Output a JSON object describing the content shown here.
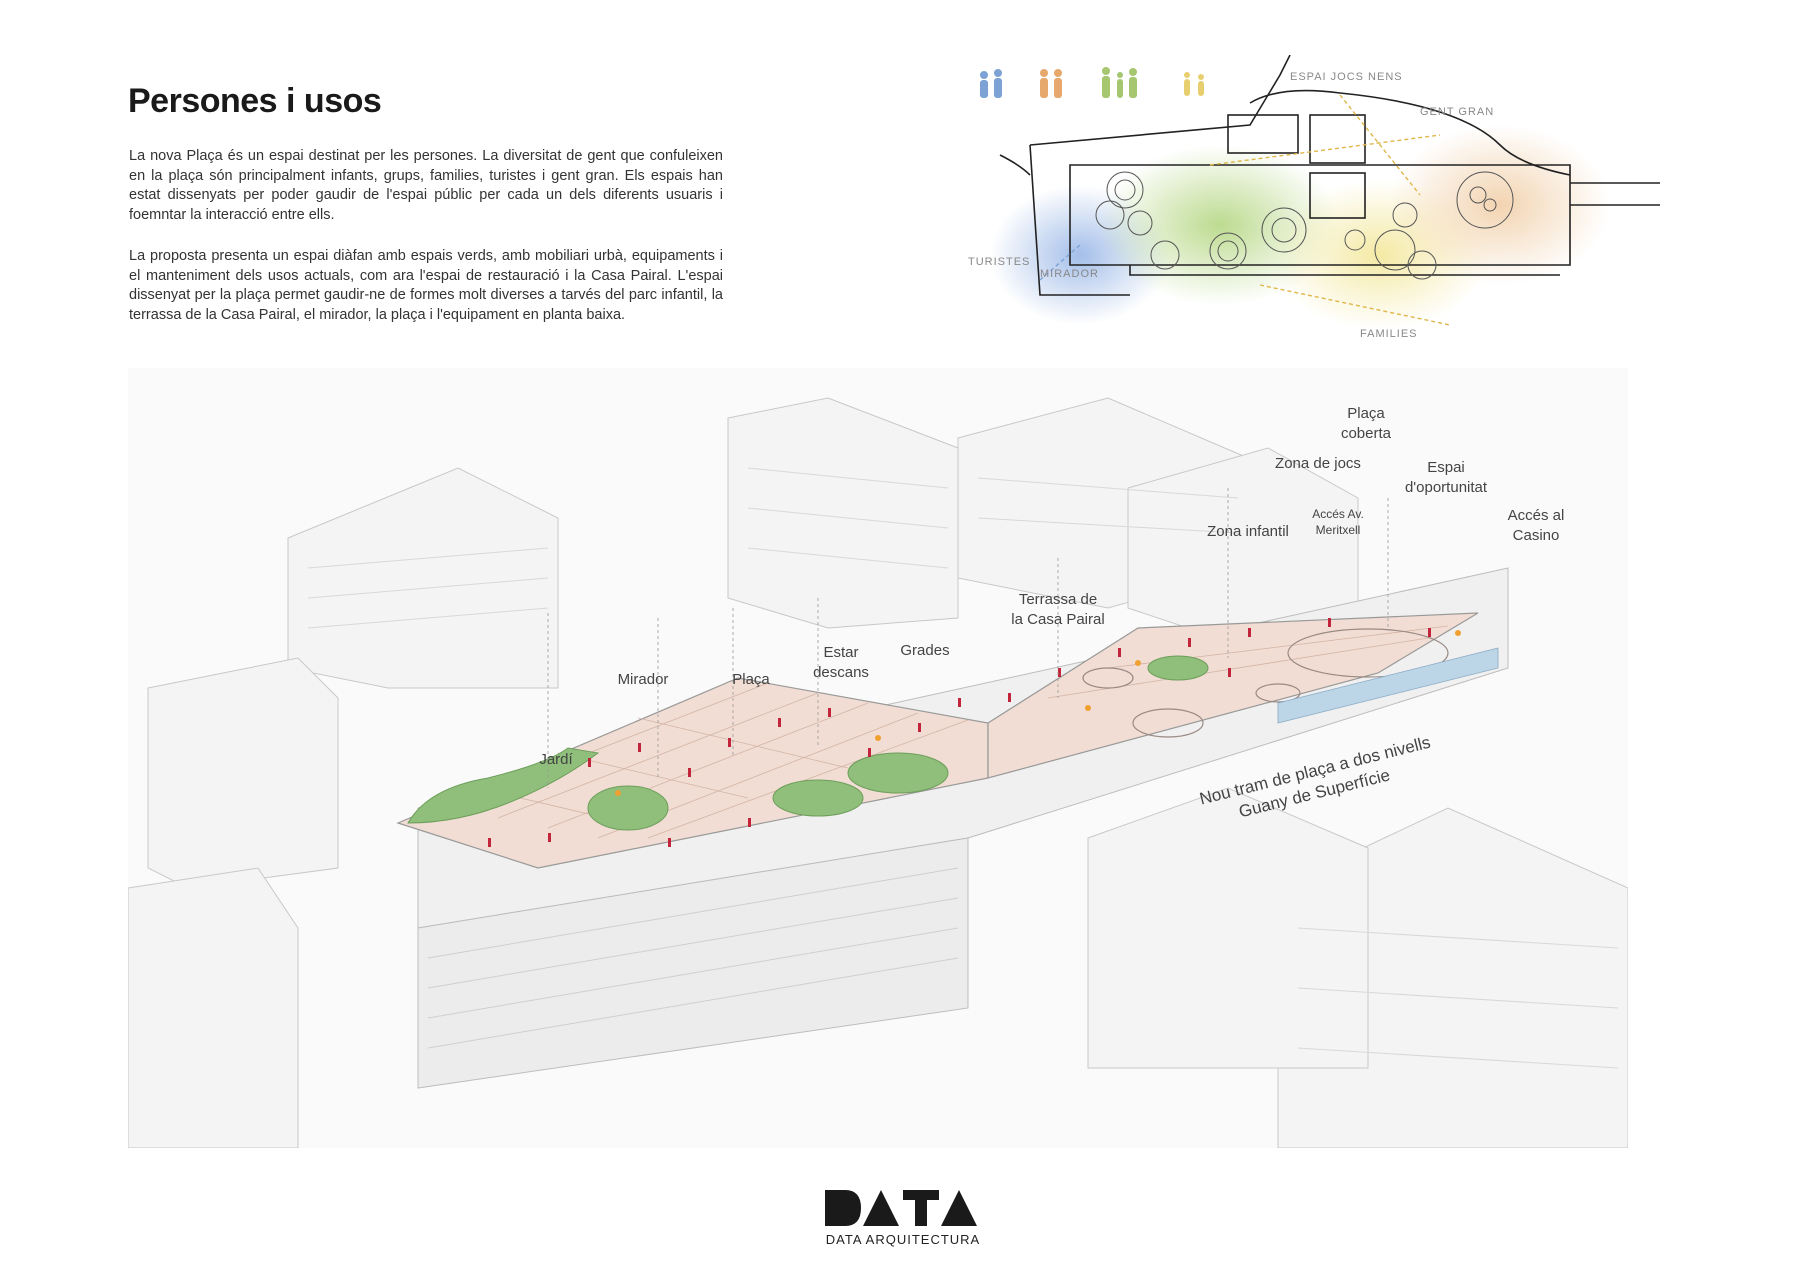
{
  "title": "Persones i usos",
  "paragraphs": [
    "La nova Plaça és un espai destinat per les persones. La diversitat de gent que confuleixen en la plaça són principalment infants, grups, families, turistes i gent gran. Els espais han estat dissenyats per poder gaudir de l'espai públic per cada un dels diferents usuaris i foemntar la interacció entre ells.",
    "La proposta presenta un espai diàfan amb espais verds, amb mobiliari urbà, equipaments i el manteniment dels usos actuals, com ara l'espai de restauració i la Casa Pairal. L'espai dissenyat per la plaça permet gaudir-ne de formes molt diverses a tarvés del parc infantil, la terrassa de la Casa Pairal, el mirador, la plaça i l'equipament en planta baixa."
  ],
  "plan": {
    "labels": {
      "espai_jocs_nens": "ESPAI JOCS NENS",
      "gent_gran": "GENT GRAN",
      "turistes": "TURISTES",
      "mirador": "MIRADOR",
      "families": "FAMILIES"
    },
    "zone_colors": {
      "blue": "#b9cfee",
      "green": "#cfe3a6",
      "yellow": "#f4ecb4",
      "peach": "#f5dcc0"
    }
  },
  "axo": {
    "labels": {
      "placa_coberta_1": "Plaça",
      "placa_coberta_2": "coberta",
      "zona_jocs": "Zona de jocs",
      "espai_oport_1": "Espai",
      "espai_oport_2": "d'oportunitat",
      "acces_av_1": "Accés Av.",
      "acces_av_2": "Meritxell",
      "zona_infantil": "Zona infantil",
      "acces_casino_1": "Accés al",
      "acces_casino_2": "Casino",
      "terrassa_1": "Terrassa de",
      "terrassa_2": "la Casa Pairal",
      "grades": "Grades",
      "estar_1": "Estar",
      "estar_2": "descans",
      "placa": "Plaça",
      "mirador": "Mirador",
      "jardi": "Jardí",
      "nou_tram_1": "Nou tram de plaça a dos nivells",
      "nou_tram_2": "Guany de Superfície"
    },
    "colors": {
      "plaza": "#f1ddd3",
      "green": "#8fbf7a",
      "people": "#c2243c",
      "accent": "#f0a030",
      "lines": "#b8b8b8"
    }
  },
  "logo": {
    "mark": "DATA",
    "text": "DATA ARQUITECTURA"
  }
}
